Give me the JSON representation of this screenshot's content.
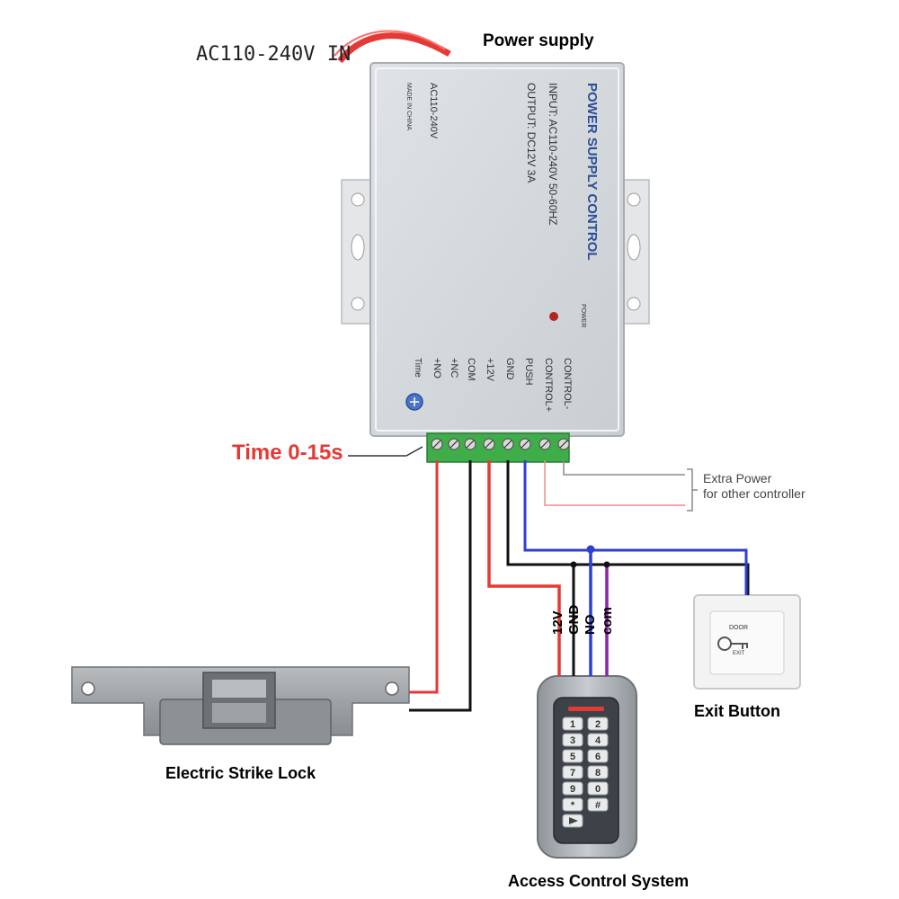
{
  "labels": {
    "ac_input": "AC110-240V IN",
    "power_supply": "Power supply",
    "time_range": "Time 0-15s",
    "extra_power_line1": "Extra Power",
    "extra_power_line2": "for other controller",
    "exit_button": "Exit Button",
    "strike_lock": "Electric Strike Lock",
    "access_control": "Access Control System"
  },
  "power_box": {
    "brand": "POWER SUPPLY CONTROL",
    "input": "INPUT: AC110-240V 50-60HZ",
    "output": "OUTPUT: DC12V 3A",
    "ac_label": "AC110-240V",
    "made_in": "MADE IN CHINA",
    "power_led": "POWER",
    "time_knob": "Time",
    "terminals": [
      "CONTROL-",
      "CONTROL+",
      "PUSH",
      "GND",
      "+12V",
      "COM",
      "+NC",
      "+NO"
    ]
  },
  "wires": {
    "v12": "12V",
    "gnd": "GND",
    "no": "NO",
    "com": "com"
  },
  "exit_plate": {
    "door": "DOOR",
    "exit": "EXIT"
  },
  "keypad": [
    "1",
    "2",
    "3",
    "4",
    "5",
    "6",
    "7",
    "8",
    "9",
    "0",
    "*",
    "#"
  ],
  "colors": {
    "red_wire": "#e53935",
    "black_wire": "#111111",
    "blue_wire": "#2f3fd6",
    "purple_wire": "#8e24aa",
    "time_label": "#e53935"
  }
}
